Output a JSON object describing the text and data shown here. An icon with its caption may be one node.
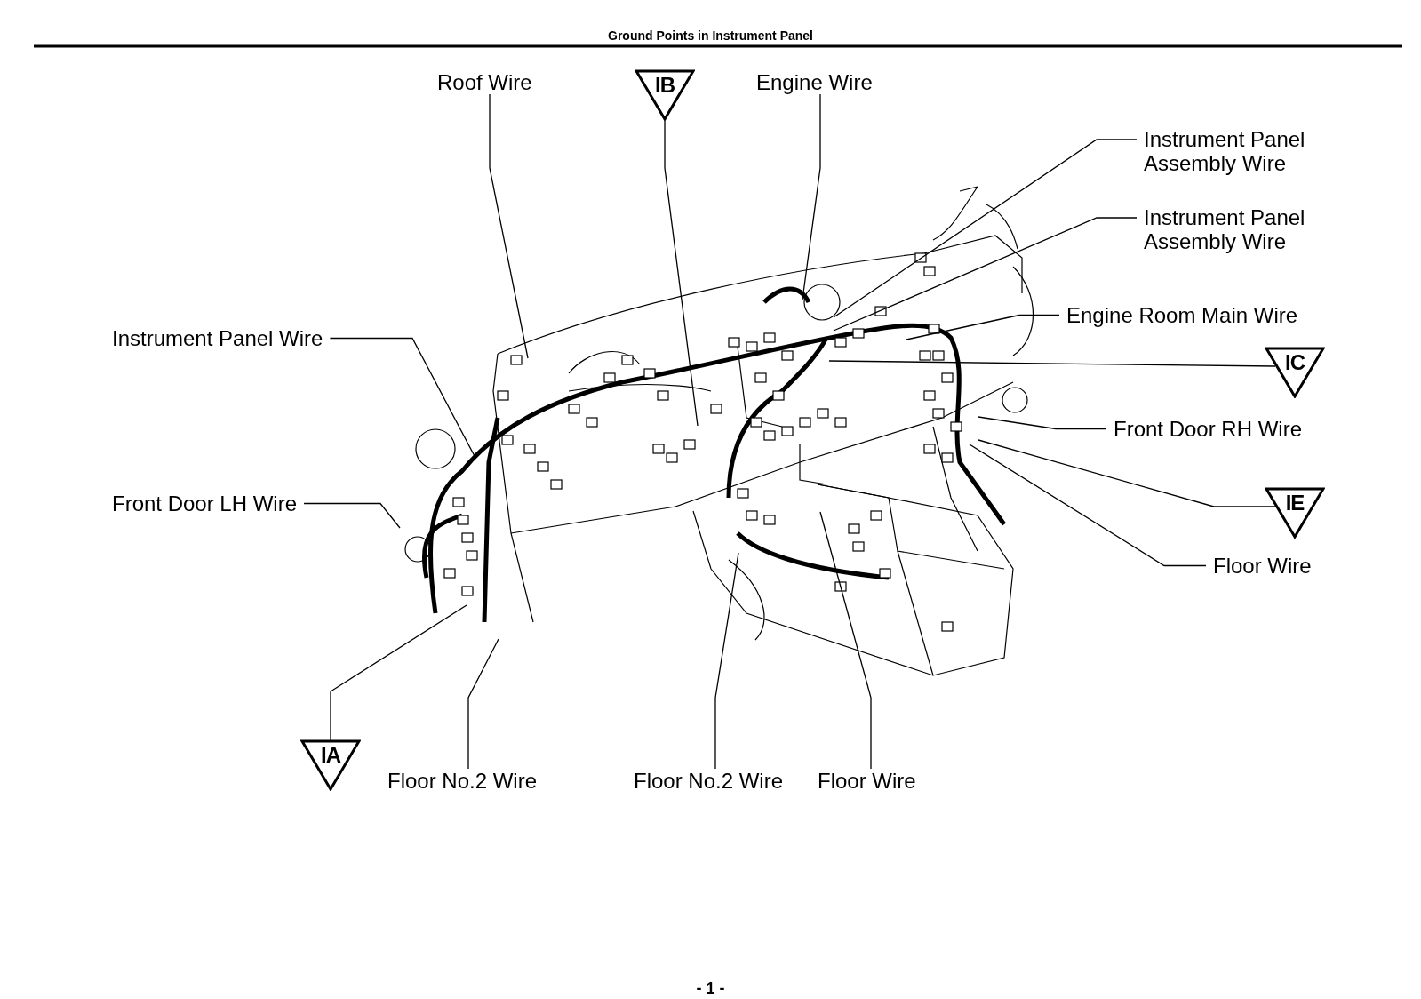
{
  "diagram": {
    "title": "Ground Points in Instrument Panel",
    "nodes": [
      {
        "text": [
          "Roof Wire"
        ]
      },
      {
        "text": [
          "IB"
        ]
      },
      {
        "text": [
          "Engine Wire"
        ]
      },
      {
        "text": [
          "Instrument Panel Assembly Wire"
        ]
      },
      {
        "text": [
          "Instrument Panel Assembly Wire"
        ]
      },
      {
        "text": [
          "Engine Room Main Wire"
        ]
      },
      {
        "text": [
          "Instrument Panel Wire"
        ]
      },
      {
        "text": [
          "IC"
        ]
      },
      {
        "text": [
          "Front Door RH Wire"
        ]
      },
      {
        "text": [
          "Front Door LH Wire"
        ]
      },
      {
        "text": [
          "IE"
        ]
      },
      {
        "text": [
          "Floor Wire"
        ]
      },
      {
        "text": [
          "IA"
        ]
      },
      {
        "text": [
          "Floor No.2 Wire"
        ]
      },
      {
        "text": [
          "Floor No.2 Wire"
        ]
      },
      {
        "text": [
          "Floor Wire"
        ]
      }
    ],
    "edges": [
      {
        "from": 0,
        "to": null,
        "arrow": "none"
      },
      {
        "from": 1,
        "to": null,
        "arrow": "none"
      },
      {
        "from": 2,
        "to": null,
        "arrow": "none"
      },
      {
        "from": 3,
        "to": null,
        "arrow": "none"
      },
      {
        "from": 4,
        "to": null,
        "arrow": "none"
      },
      {
        "from": 5,
        "to": null,
        "arrow": "none"
      },
      {
        "from": 6,
        "to": null,
        "arrow": "none"
      },
      {
        "from": 7,
        "to": null,
        "arrow": "none"
      },
      {
        "from": 8,
        "to": null,
        "arrow": "none"
      },
      {
        "from": 9,
        "to": null,
        "arrow": "none"
      },
      {
        "from": 10,
        "to": null,
        "arrow": "none"
      },
      {
        "from": 11,
        "to": null,
        "arrow": "none"
      },
      {
        "from": 12,
        "to": null,
        "arrow": "none"
      },
      {
        "from": 13,
        "to": null,
        "arrow": "none"
      },
      {
        "from": 14,
        "to": null,
        "arrow": "none"
      },
      {
        "from": 15,
        "to": null,
        "arrow": "none"
      }
    ],
    "labels": [
      "- 1 -"
    ]
  }
}
